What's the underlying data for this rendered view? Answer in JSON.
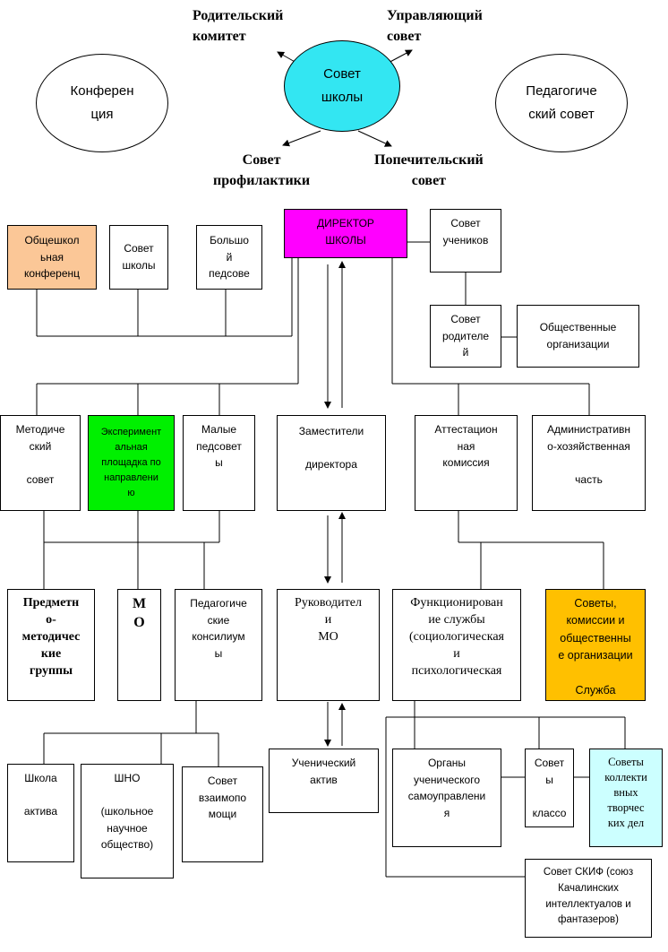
{
  "top": {
    "conference": "Конферен\nция",
    "school_council": "Совет\nшколы",
    "pedagogical_council": "Педагогиче\nский совет",
    "parent_committee": "Родительский\nкомитет",
    "governing_council": "Управляющий\nсовет",
    "prevention_council": "Совет\nпрофилактики",
    "trustees_council": "Попечительский\nсовет"
  },
  "colors": {
    "school_council_fill": "#33e6f2",
    "director_fill": "#ff00ff",
    "general_conf_fill": "#fbc797",
    "experiment_fill": "#00f000",
    "councils_fill": "#ffc000",
    "creative_fill": "#ccffff"
  },
  "boxes": {
    "general_conference": "Общешкол\nьная\nконференц",
    "school_council_box": "Совет\nшколы",
    "big_teachers_council": "Большо\nй\nпедсове",
    "director": "ДИРЕКТОР\nШКОЛЫ",
    "students_council": "Совет\nучеников",
    "parents_council": "Совет\nродителе\nй",
    "public_orgs": "Общественные\nорганизации",
    "methodical_council": "Методиче\nский\n\nсовет",
    "experimental_site": "Эксперимент\nальная\nплощадка по\nнаправлени\nю",
    "small_teachers_councils": "Малые\nпедсовет\nы",
    "deputies": "Заместители\n\nдиректора",
    "attestation_commission": "Аттестацион\nная\nкомиссия",
    "admin_economic": "Административн\nо-хозяйственная\n\nчасть",
    "subject_groups": "Предметн\nо-\nметодичес\nкие\nгруппы",
    "mo": "М\nО",
    "pedagogical_consiliums": "Педагогиче\nские\nконсилиум\nы",
    "mo_heads": "Руководител\nи\nМО",
    "functioning_services": "Функционирован\nие службы\n(социологическая\nи\nпсихологическая",
    "councils_commissions": "Советы,\nкомиссии и\nобщественны\nе организации\n\nСлужба",
    "student_activists": "Ученический\nактив",
    "activists_school": "Школа\n\nактива",
    "sno": "ШНО\n\n(школьное\nнаучное\nобщество)",
    "mutual_help_council": "Совет\nвзаимопо\nмощи",
    "self_government": "Органы\nученического\nсамоуправлени\nя",
    "class_councils": "Совет\nы\n\nклассо",
    "creative_councils": "Советы\nколлекти\nвных\nтворчес\nких дел",
    "skif_council": "Совет СКИФ (союз\nКачалинских\nинтеллектуалов и\nфантазеров)"
  }
}
